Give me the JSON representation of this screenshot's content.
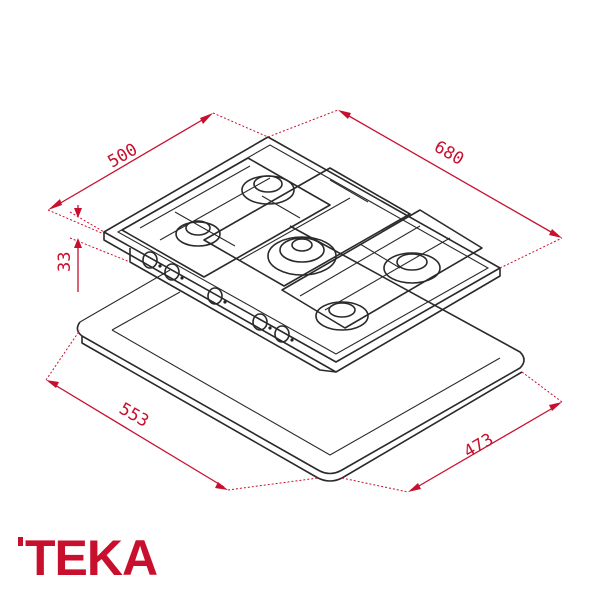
{
  "dimensions": {
    "width": "500",
    "depth": "680",
    "height": "33",
    "cutout_width": "553",
    "cutout_depth": "473",
    "unit_color": "#c8102e"
  },
  "brand": {
    "logo_text": "TEKA",
    "color": "#c8102e"
  },
  "product": {
    "burner_count": 5,
    "knob_count": 5
  }
}
